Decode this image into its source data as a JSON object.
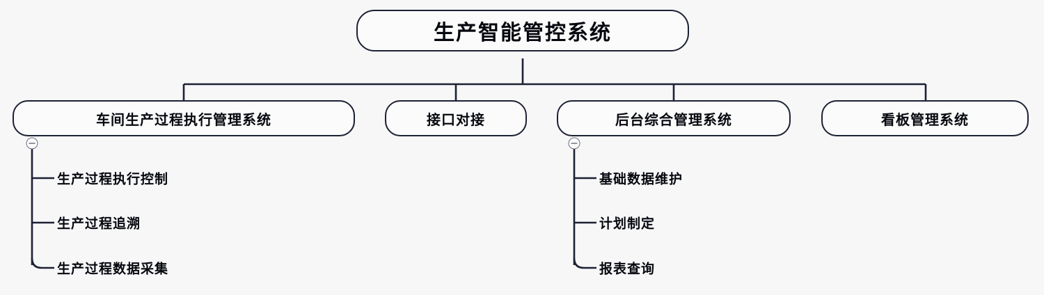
{
  "diagram": {
    "type": "tree-mindmap",
    "title_node": {
      "label": "生产智能管控系统",
      "name": "root-node"
    },
    "branches": [
      {
        "name": "branch-workshop-mes",
        "label": "车间生产过程执行管理系统",
        "toggle": {
          "name": "collapse-toggle-workshop",
          "state": "expanded",
          "icon": "minus-circle-icon"
        },
        "children": [
          {
            "name": "leaf-production-execution-control",
            "label": "生产过程执行控制"
          },
          {
            "name": "leaf-production-traceability",
            "label": "生产过程追溯"
          },
          {
            "name": "leaf-production-data-collection",
            "label": "生产过程数据采集"
          }
        ]
      },
      {
        "name": "branch-interface-integration",
        "label": "接口对接",
        "toggle": null,
        "children": []
      },
      {
        "name": "branch-backend-management",
        "label": "后台综合管理系统",
        "toggle": {
          "name": "collapse-toggle-backend",
          "state": "expanded",
          "icon": "minus-circle-icon"
        },
        "children": [
          {
            "name": "leaf-master-data-maintenance",
            "label": "基础数据维护"
          },
          {
            "name": "leaf-plan-formulation",
            "label": "计划制定"
          },
          {
            "name": "leaf-report-query",
            "label": "报表查询"
          }
        ]
      },
      {
        "name": "branch-kanban-management",
        "label": "看板管理系统",
        "toggle": null,
        "children": []
      }
    ],
    "colors": {
      "background": "#f7f7f7",
      "node_fill": "#fbfbfb",
      "node_border": "#1c2134",
      "connector": "#1c2134",
      "text": "#06080f",
      "toggle_ring": "#6a6f80"
    }
  }
}
